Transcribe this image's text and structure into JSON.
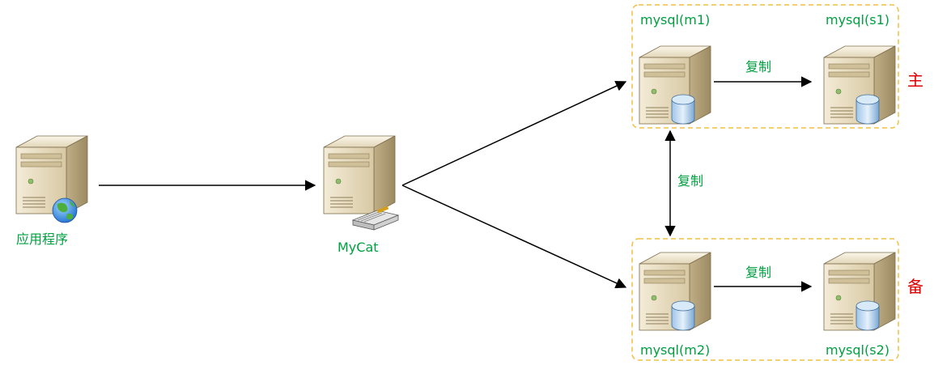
{
  "nodes": {
    "app": {
      "label": "应用程序"
    },
    "mycat": {
      "label": "MyCat"
    },
    "m1": {
      "label": "mysql(m1)"
    },
    "s1": {
      "label": "mysql(s1)"
    },
    "m2": {
      "label": "mysql(m2)"
    },
    "s2": {
      "label": "mysql(s2)"
    }
  },
  "edges": {
    "replicate_top": "复制",
    "replicate_middle": "复制",
    "replicate_bottom": "复制"
  },
  "groups": {
    "primary": "主",
    "standby": "备"
  },
  "colors": {
    "label_green": "#00a040",
    "label_red": "#e00000",
    "group_border": "#f0c040",
    "server_body": "#e8dcc0",
    "arrow": "#000000"
  }
}
